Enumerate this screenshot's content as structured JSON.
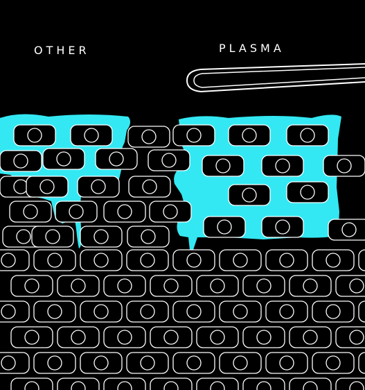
{
  "labels": {
    "other": "OTHER",
    "plasma": "PLASMA"
  },
  "colors": {
    "background": "#000000",
    "fluid": "#33e8f2",
    "outline": "#ffffff"
  },
  "icons": {
    "cell": "rounded-rectangle-with-circle",
    "pipette": "pipette-tip"
  }
}
